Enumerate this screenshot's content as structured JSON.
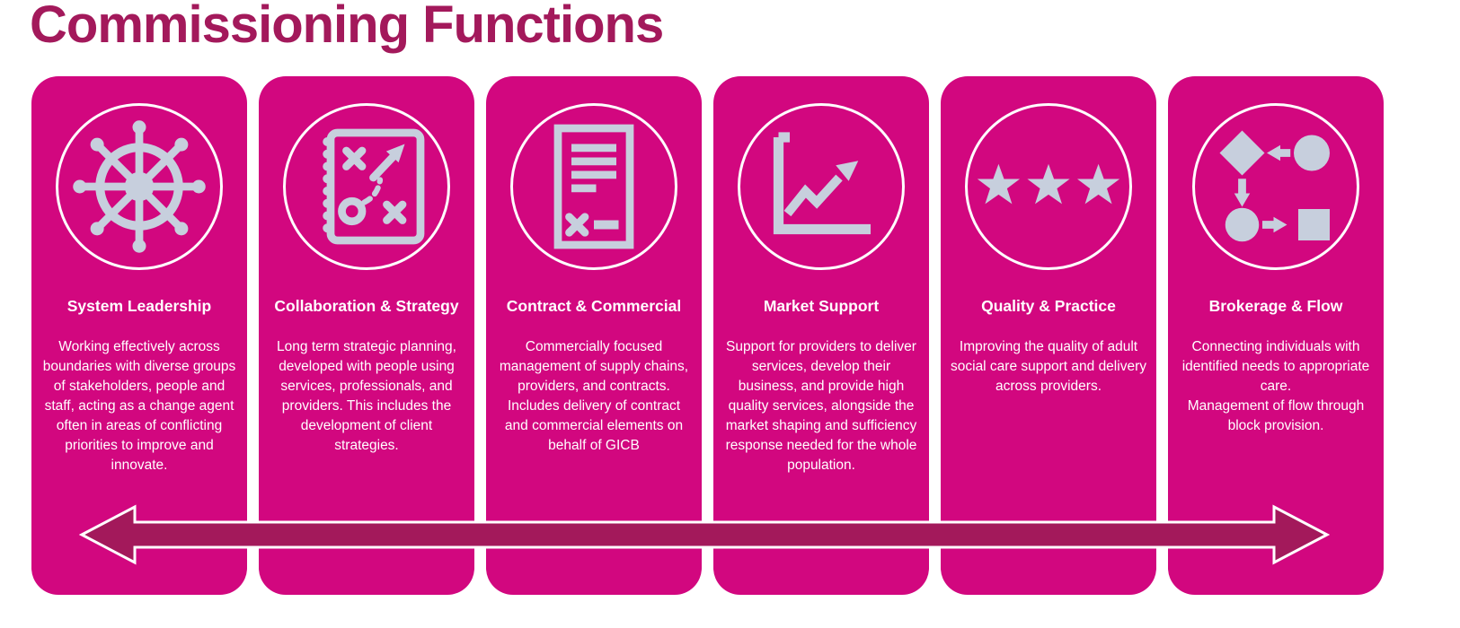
{
  "title": "Commissioning Functions",
  "colors": {
    "card_bg": "#D2077F",
    "title": "#A3195B",
    "arrow": "#A3195B",
    "icon": "#C7CFDD",
    "text_on_card": "#FFFFFF"
  },
  "cards": [
    {
      "icon": "ship-wheel-icon",
      "title": "System Leadership",
      "description": "Working effectively across boundaries with diverse groups of stakeholders, people and staff, acting as a change agent often in areas of conflicting priorities to improve and innovate."
    },
    {
      "icon": "strategy-plan-icon",
      "title": "Collaboration & Strategy",
      "description": "Long term strategic planning, developed with people using services, professionals, and providers. This includes the development of client strategies."
    },
    {
      "icon": "contract-document-icon",
      "title": "Contract & Commercial",
      "description": "Commercially focused management of supply chains, providers, and contracts. Includes delivery of contract and commercial elements on behalf of GICB"
    },
    {
      "icon": "growth-chart-icon",
      "title": "Market Support",
      "description": "Support for providers to deliver services, develop their business, and provide high quality services, alongside the market shaping and sufficiency response needed for the whole population."
    },
    {
      "icon": "three-stars-icon",
      "title": "Quality & Practice",
      "description": "Improving the quality of adult social care support and delivery across providers."
    },
    {
      "icon": "flowchart-icon",
      "title": "Brokerage & Flow",
      "description": "Connecting individuals with identified needs to appropriate care.\nManagement of flow through block provision."
    }
  ]
}
